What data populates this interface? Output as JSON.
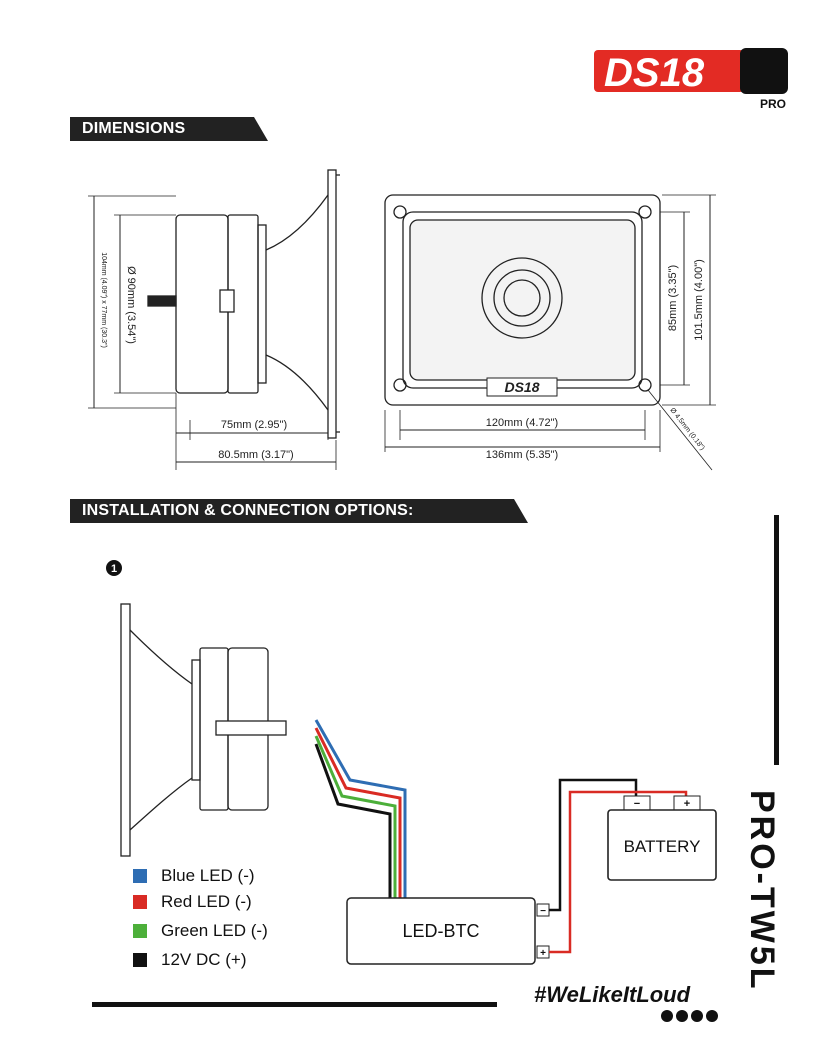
{
  "brand": {
    "logo_text": "DS18",
    "logo_sub": "PRO"
  },
  "sections": {
    "dimensions_title": "DIMENSIONS",
    "installation_title": "INSTALLATION & CONNECTION OPTIONS:"
  },
  "dimensions": {
    "side_height_outer": "104mm (4.09\") x 77mm (30.3\")",
    "side_diameter": "Ø 90mm (3.54\")",
    "depth_inner": "75mm (2.95\")",
    "depth_outer": "80.5mm (3.17\")",
    "front_width_inner": "120mm (4.72\")",
    "front_width_outer": "136mm (5.35\")",
    "front_height_inner": "85mm (3.35\")",
    "front_height_outer": "101.5mm (4.00\")",
    "hole_diameter": "Ø 4.5mm (0.18\")",
    "front_badge": "DS18"
  },
  "installation": {
    "step_number": "1",
    "controller_label": "LED-BTC",
    "battery_label": "BATTERY",
    "battery_neg": "−",
    "battery_pos": "+",
    "controller_neg": "−",
    "controller_pos": "+"
  },
  "legend": [
    {
      "label": "Blue LED (-)",
      "color": "#2e6db3"
    },
    {
      "label": "Red LED (-)",
      "color": "#d92b24"
    },
    {
      "label": "Green LED (-)",
      "color": "#4caf3a"
    },
    {
      "label": "12V DC (+)",
      "color": "#111111"
    }
  ],
  "model": "PRO-TW5L",
  "hashtag": "#WeLikeItLoud",
  "colors": {
    "brand_red": "#e32b24",
    "tag_bg": "#222222",
    "wire_blue": "#2e6db3",
    "wire_red": "#d92b24",
    "wire_green": "#4caf3a",
    "wire_black": "#111111"
  }
}
